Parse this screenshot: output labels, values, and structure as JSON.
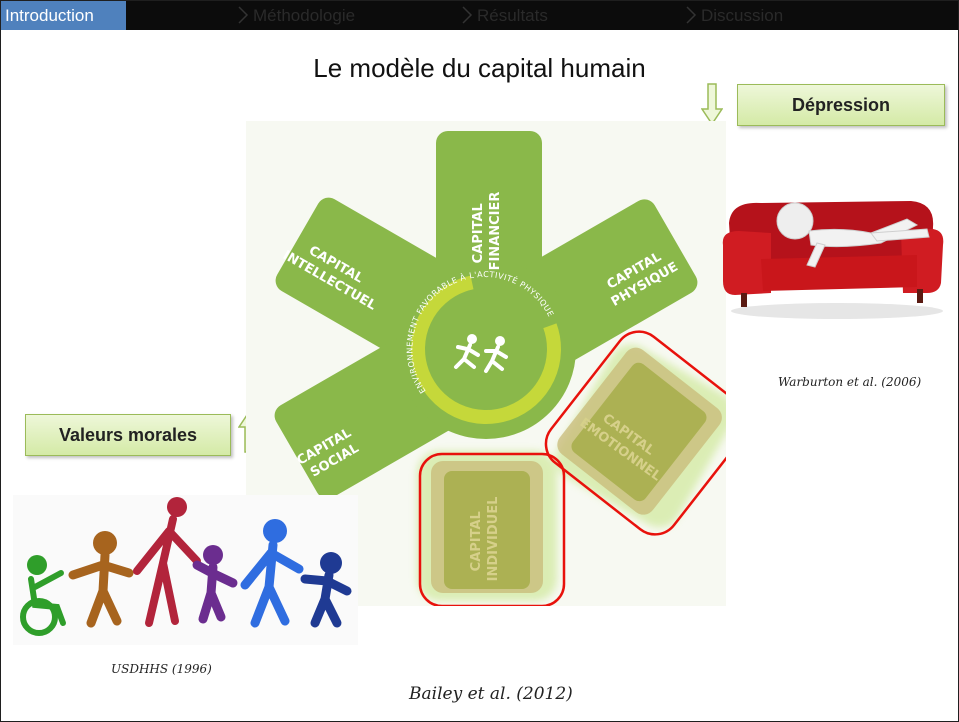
{
  "nav": {
    "items": [
      {
        "label": "Introduction",
        "active": true
      },
      {
        "label": "Méthodologie",
        "active": false
      },
      {
        "label": "Résultats",
        "active": false
      },
      {
        "label": "Discussion",
        "active": false
      }
    ]
  },
  "slide": {
    "title": "Le modèle du capital humain"
  },
  "boxes": {
    "depression": "Dépression",
    "valeurs": "Valeurs morales"
  },
  "diagram": {
    "arms": {
      "financier": [
        "CAPITAL",
        "FINANCIER"
      ],
      "physique": [
        "CAPITAL",
        "PHYSIQUE"
      ],
      "intellectuel": [
        "CAPITAL",
        "INTELLECTUEL"
      ],
      "social": [
        "CAPITAL",
        "SOCIAL"
      ],
      "individuel": [
        "CAPITAL",
        "INDIVIDUEL"
      ],
      "emotionnel": [
        "CAPITAL",
        "EMOTIONNEL"
      ]
    },
    "ring_text": "ENVIRONNEMENT FAVORABLE À L'ACTIVITÉ PHYSIQUE"
  },
  "citations": {
    "warburton": "Warburton et al. (2006)",
    "usdhhs": "USDHHS (1996)",
    "bailey": "Bailey et al. (2012)"
  },
  "colors": {
    "nav_active": "#4f81bd",
    "star_green": "#8ab84a",
    "highlight_red": "#e8120c",
    "box_fill": "#d4eaa6",
    "sofa_red": "#c9161b"
  },
  "icons": [
    "arrow-down-icon",
    "arrow-up-icon",
    "running-people-icon",
    "sofa-figure-illustration",
    "family-figures-illustration"
  ]
}
